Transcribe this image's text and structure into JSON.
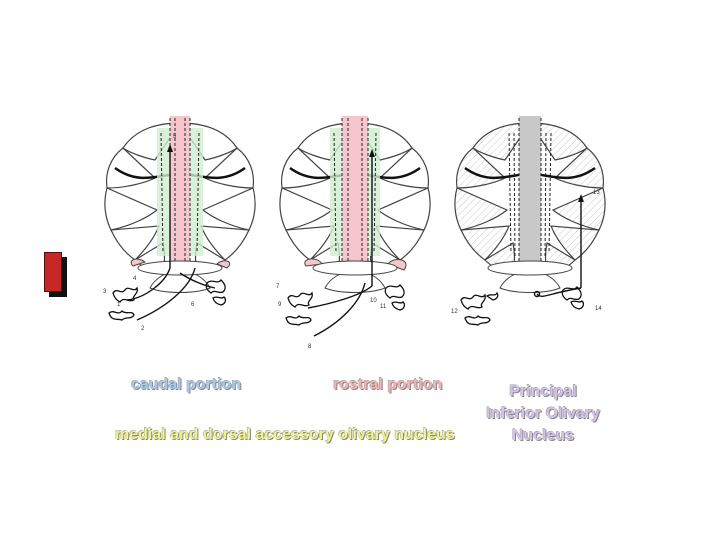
{
  "labels": {
    "caudal": "caudal portion",
    "rostral": "rostral portion",
    "medial_dorsal": "medial and dorsal accessory olivary nucleus",
    "principal_line1": "Principal",
    "principal_line2": "Inferior Olivary",
    "principal_line3": "Nucleus"
  },
  "diagrams": [
    {
      "name": "caudal",
      "numbers": [
        "5",
        "3",
        "4",
        "6",
        "1",
        "2"
      ]
    },
    {
      "name": "rostral",
      "numbers": [
        "7",
        "9",
        "10",
        "11",
        "8"
      ]
    },
    {
      "name": "principal",
      "numbers": [
        "13",
        "12",
        "14"
      ]
    }
  ],
  "colors": {
    "caudal_label": "#a9c9ee",
    "rostral_label": "#f4b3b3",
    "medial_label": "#f2f28a",
    "principal_label": "#d5c2ee",
    "vermis_pink": "#f6c6cf",
    "paravermis_green": "#cfeccf",
    "principal_gray": "#c8c8c8",
    "marker_red": "#c62828"
  }
}
